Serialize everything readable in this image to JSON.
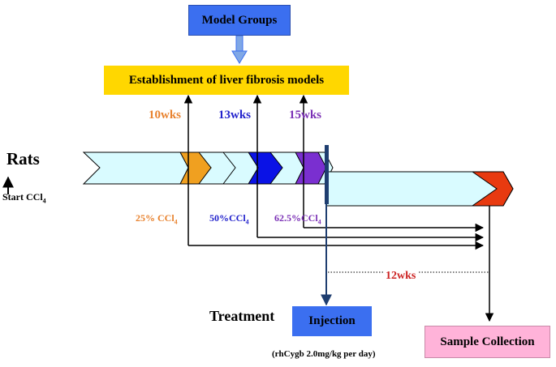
{
  "boxes": {
    "model_groups": "Model Groups",
    "establishment": "Establishment of liver fibrosis models",
    "injection": "Injection",
    "sample_collection": "Sample Collection"
  },
  "labels": {
    "rats": "Rats",
    "start_prefix": "Start CCl",
    "start_suffix": "4",
    "treatment": "Treatment",
    "dose": "(rhCygb 2.0mg/kg per day)",
    "duration_12": "12wks"
  },
  "timepoints": [
    {
      "label": "10wks",
      "color": "#e8822e"
    },
    {
      "label": "13wks",
      "color": "#2222cc"
    },
    {
      "label": "15wks",
      "color": "#7a2fb5"
    }
  ],
  "concentrations": [
    {
      "prefix": "25% CCl",
      "sub": "4",
      "color": "#e8822e"
    },
    {
      "prefix": "50%CCl",
      "sub": "4",
      "color": "#2222cc"
    },
    {
      "prefix": "62.5%CCl",
      "sub": "4",
      "color": "#7a2fb5"
    }
  ],
  "colors": {
    "model_groups_fill": "#3b6ff0",
    "establishment_fill": "#ffd700",
    "injection_fill": "#3b6ff0",
    "sample_fill": "#ffb3d9",
    "timeline_fill": "#d9fbff",
    "orange": "#f0a020",
    "blue": "#0a12e6",
    "purple": "#7a2fd0",
    "red": "#e83a10",
    "bar": "#1f3e70",
    "duration_red": "#cc2222"
  }
}
